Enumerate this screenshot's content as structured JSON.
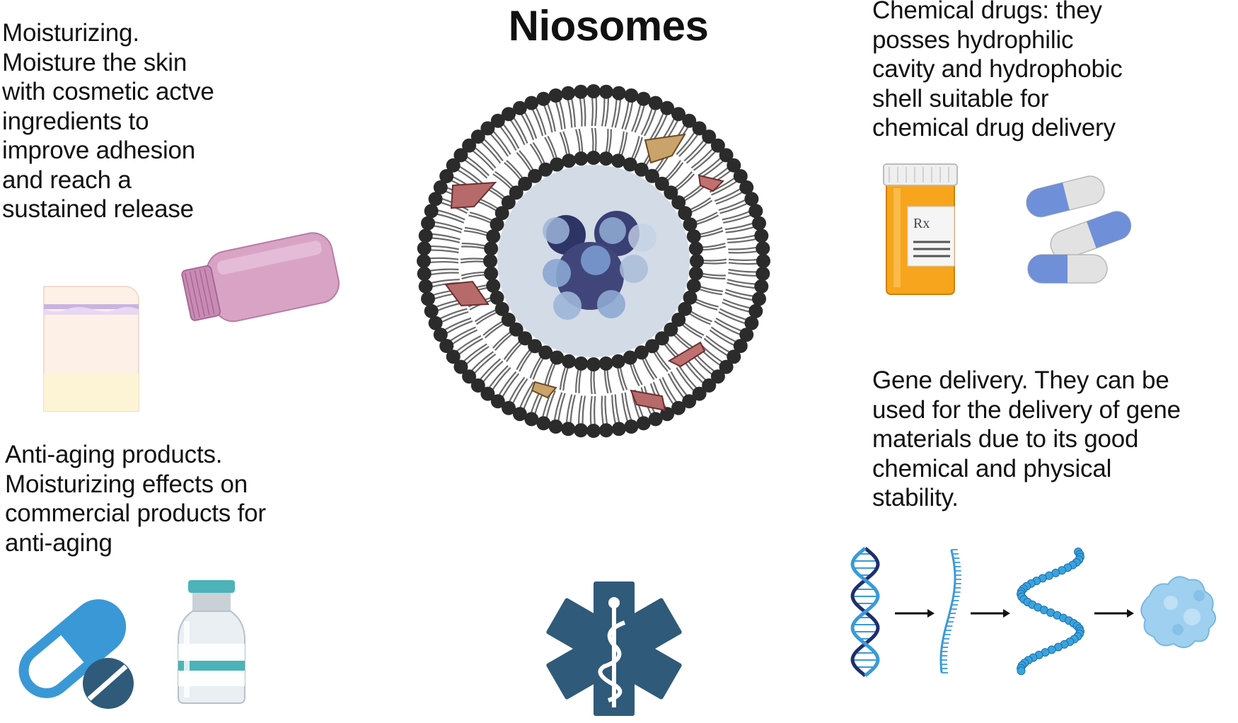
{
  "title": "Niosomes",
  "panels": {
    "moisturizing": "Moisturizing.\nMoisture the skin\nwith cosmetic actve\ningredients to\nimprove adhesion\nand reach a\nsustained release",
    "anti_aging": "Anti-aging products.\nMoisturizing effects on\ncommercial products for\nanti-aging",
    "chemical_drugs": "Chemical drugs: they\nposses hydrophilic\ncavity and hydrophobic\nshell suitable for\nchemical drug delivery",
    "gene_delivery": "Gene delivery.  They can be\nused for the delivery of gene\nmaterials due to its good\nchemical and physical\nstability."
  },
  "label_rx": "Rx",
  "colors": {
    "headgroup": "#2b2b2b",
    "tail": "#6a6a6a",
    "core": "#d3dbe6",
    "capsule_blue": "#6f8fd8",
    "pill_blue": "#3a98d6",
    "star_of_life": "#2f5a7a",
    "dna_dark": "#1e2f6e",
    "dna_light": "#3a9ad8",
    "protein": "#9fd0ef",
    "orange_bottle": "#f7a51c",
    "pink_bottle": "#d9a3c6"
  }
}
